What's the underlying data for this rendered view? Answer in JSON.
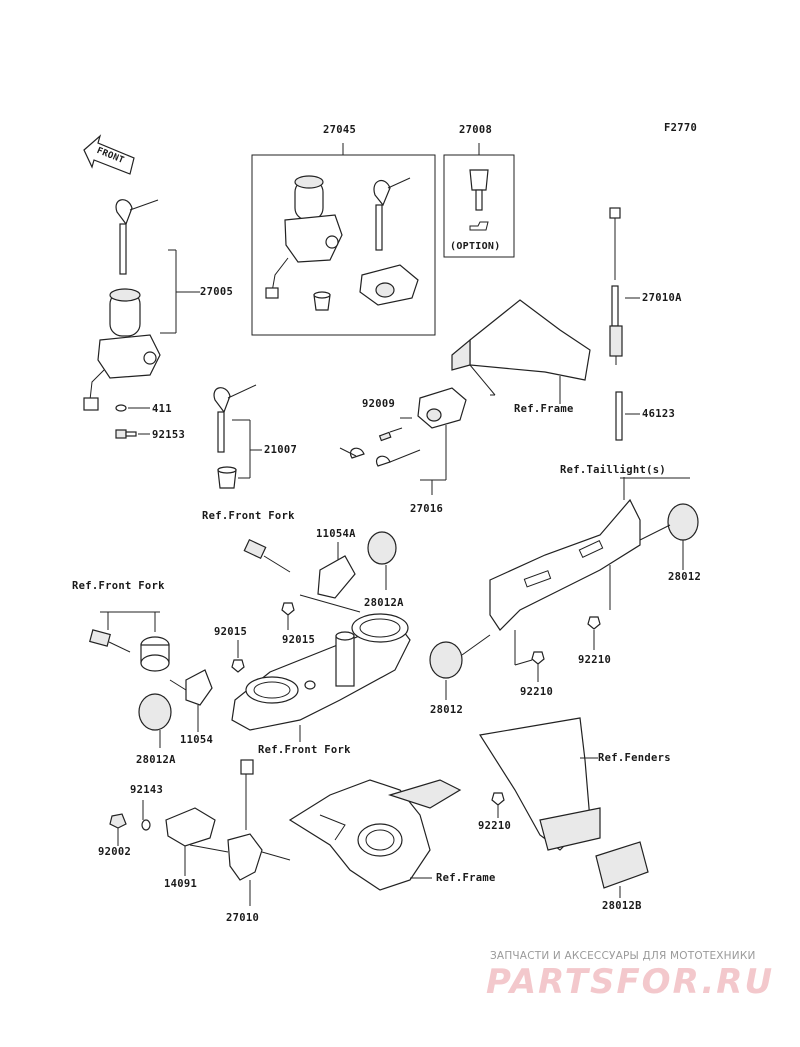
{
  "diagram": {
    "code": "F2770",
    "front_label": "FRONT",
    "labels": {
      "p27045": "27045",
      "p27008": "27008",
      "option": "(OPTION)",
      "p27005": "27005",
      "p411": "411",
      "p92153": "92153",
      "p21007": "21007",
      "p92009": "92009",
      "p27016": "27016",
      "p27010A": "27010A",
      "p46123": "46123",
      "ref_frame_top": "Ref.Frame",
      "ref_taillight": "Ref.Taillight(s)",
      "p28012_right": "28012",
      "p92210_a": "92210",
      "p92210_b": "92210",
      "p28012_mid": "28012",
      "ref_front_fork_1": "Ref.Front Fork",
      "p11054A": "11054A",
      "p28012A_top": "28012A",
      "p92015_a": "92015",
      "ref_front_fork_2": "Ref.Front Fork",
      "p92015_b": "92015",
      "p11054": "11054",
      "p28012A_bottom": "28012A",
      "ref_front_fork_3": "Ref.Front Fork",
      "ref_fenders": "Ref.Fenders",
      "p92143": "92143",
      "p92002": "92002",
      "p14091": "14091",
      "p27010": "27010",
      "ref_frame_bottom": "Ref.Frame",
      "p92210_c": "92210",
      "p28012B": "28012B"
    }
  },
  "watermark": {
    "subtitle": "ЗАПЧАСТИ И АКСЕССУАРЫ ДЛЯ МОТОТЕХНИКИ",
    "logo": "PARTSFOR.RU"
  }
}
